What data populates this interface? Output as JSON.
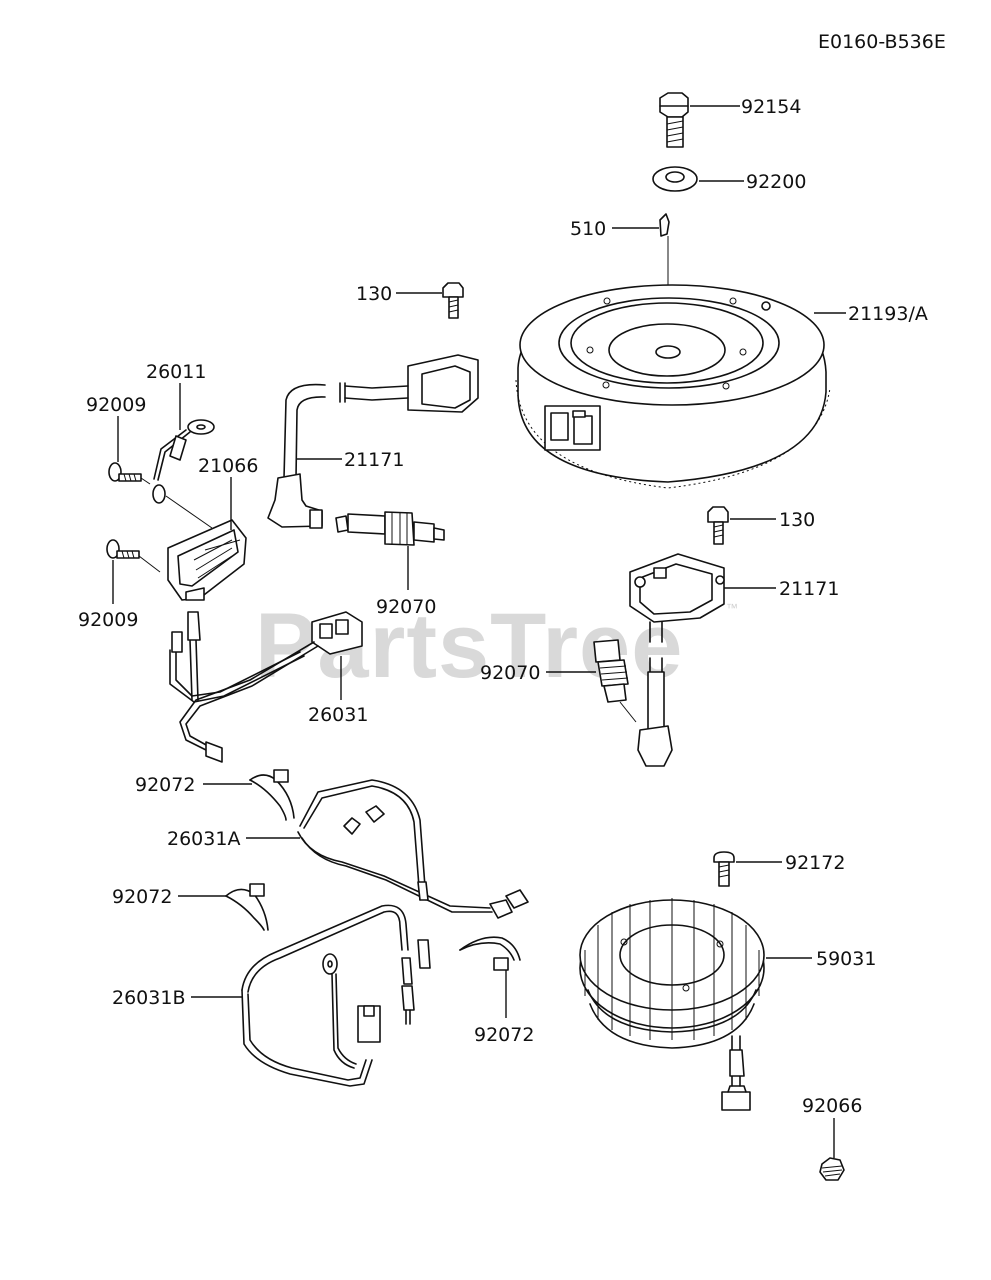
{
  "diagram_code": "E0160-B536E",
  "watermark": {
    "text": "PartsTree",
    "mark": "™"
  },
  "callouts": {
    "c92154": "92154",
    "c92200": "92200",
    "c510": "510",
    "c21193a": "21193/A",
    "c130_top": "130",
    "c26011": "26011",
    "c92009_top": "92009",
    "c21066": "21066",
    "c21171_left": "21171",
    "c92070_left": "92070",
    "c92009_bottom": "92009",
    "c26031": "26031",
    "c130_right": "130",
    "c21171_right": "21171",
    "c92070_right": "92070",
    "c92072_top": "92072",
    "c26031a": "26031A",
    "c92072_mid": "92072",
    "c26031b": "26031B",
    "c92072_bottom": "92072",
    "c92172": "92172",
    "c59031": "59031",
    "c92066": "92066"
  }
}
